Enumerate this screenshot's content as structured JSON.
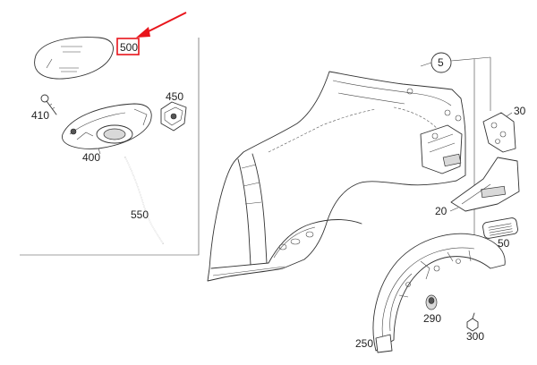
{
  "callouts": {
    "c500": "500",
    "c410": "410",
    "c450": "450",
    "c400": "400",
    "c550": "550",
    "c5": "5",
    "c30": "30",
    "c20": "20",
    "c50": "50",
    "c290": "290",
    "c300": "300",
    "c250": "250"
  },
  "colors": {
    "highlight": "#e8141b",
    "line": "#333333"
  },
  "highlighted_part": "500"
}
